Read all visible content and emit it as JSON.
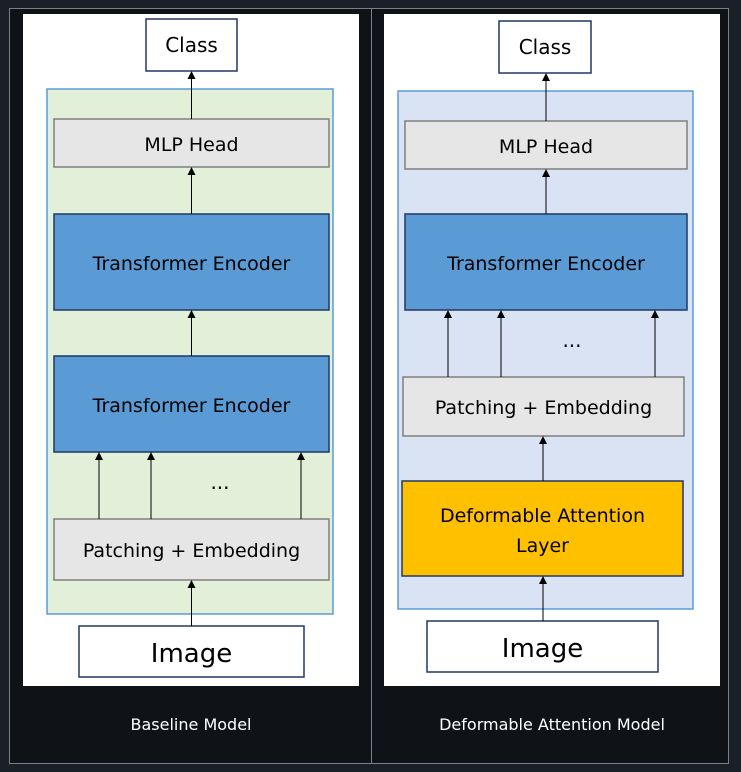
{
  "colors": {
    "background": "#1b1f27",
    "baseline_container": "#e2efd9",
    "deformable_container": "#dae3f3",
    "encoder_blue": "#5b9bd5",
    "grey_box": "#e7e6e6",
    "attention_yellow": "#ffc000"
  },
  "baseline": {
    "class_label": "Class",
    "mlp_head": "MLP Head",
    "encoder_top": "Transformer Encoder",
    "encoder_bottom": "Transformer Encoder",
    "ellipsis": "...",
    "patching": "Patching + Embedding",
    "image": "Image",
    "caption": "Baseline Model"
  },
  "deformable": {
    "class_label": "Class",
    "mlp_head": "MLP Head",
    "encoder": "Transformer Encoder",
    "ellipsis": "...",
    "patching": "Patching + Embedding",
    "attention_line1": "Deformable Attention",
    "attention_line2": "Layer",
    "image": "Image",
    "caption": "Deformable Attention Model"
  }
}
